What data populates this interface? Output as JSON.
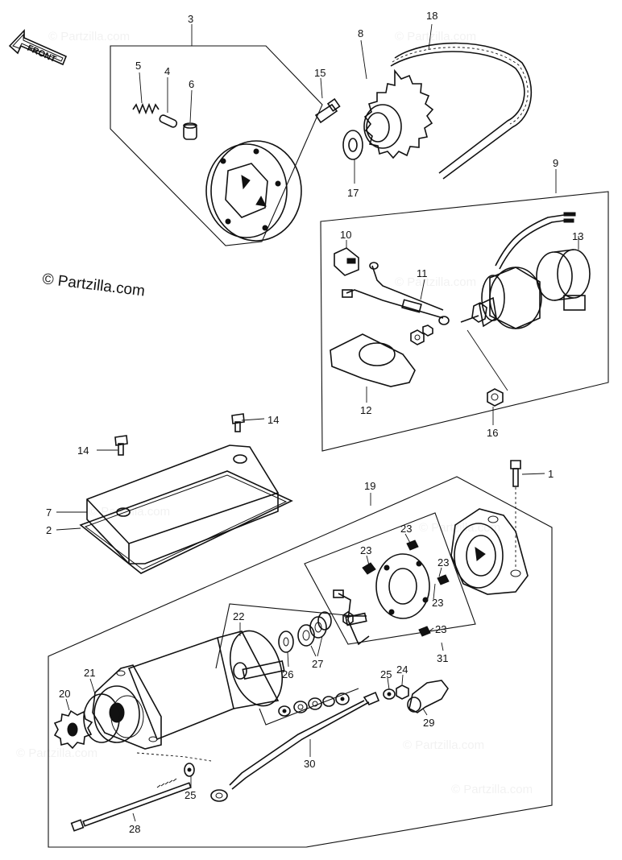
{
  "copyright": "© Partzilla.com",
  "front_label": "FRONT",
  "watermark": "© Partzilla.com",
  "callouts": {
    "c1": "1",
    "c2": "2",
    "c3": "3",
    "c4": "4",
    "c5": "5",
    "c6": "6",
    "c7": "7",
    "c8": "8",
    "c9": "9",
    "c10": "10",
    "c11": "11",
    "c12": "12",
    "c13": "13",
    "c14a": "14",
    "c14b": "14",
    "c15": "15",
    "c16": "16",
    "c17": "17",
    "c18": "18",
    "c19": "19",
    "c20": "20",
    "c21": "21",
    "c22": "22",
    "c23a": "23",
    "c23b": "23",
    "c23c": "23",
    "c23d": "23",
    "c23e": "23",
    "c24": "24",
    "c25a": "25",
    "c25b": "25",
    "c26": "26",
    "c27": "27",
    "c28": "28",
    "c29": "29",
    "c30": "30",
    "c31": "31"
  }
}
